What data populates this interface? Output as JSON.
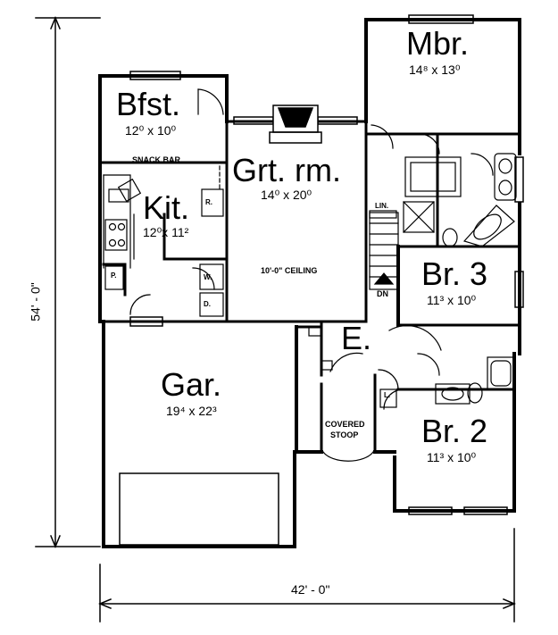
{
  "plan": {
    "overall_depth": "54' - 0\"",
    "overall_width": "42' - 0\"",
    "rooms": {
      "mbr": {
        "name": "Mbr.",
        "size": "14⁸ x 13⁰"
      },
      "bfst": {
        "name": "Bfst.",
        "size": "12⁰ x 10⁰"
      },
      "grt": {
        "name": "Grt. rm.",
        "size": "14⁰ x 20⁰"
      },
      "kit": {
        "name": "Kit.",
        "size": "12⁰x 11²"
      },
      "br3": {
        "name": "Br. 3",
        "size": "11³ x 10⁰"
      },
      "br2": {
        "name": "Br. 2",
        "size": "11³ x 10⁰"
      },
      "gar": {
        "name": "Gar.",
        "size": "19⁴ x 22³"
      },
      "entry": {
        "name": "E."
      }
    },
    "notes": {
      "snack_bar": "SNACK BAR",
      "ceiling": "10'-0\" CEILING",
      "stoop_line1": "COVERED",
      "stoop_line2": "STOOP",
      "lin": "LIN.",
      "dn": "DN",
      "r": "R.",
      "w": "W.",
      "d": "D.",
      "p": "P.",
      "l": "L."
    }
  }
}
